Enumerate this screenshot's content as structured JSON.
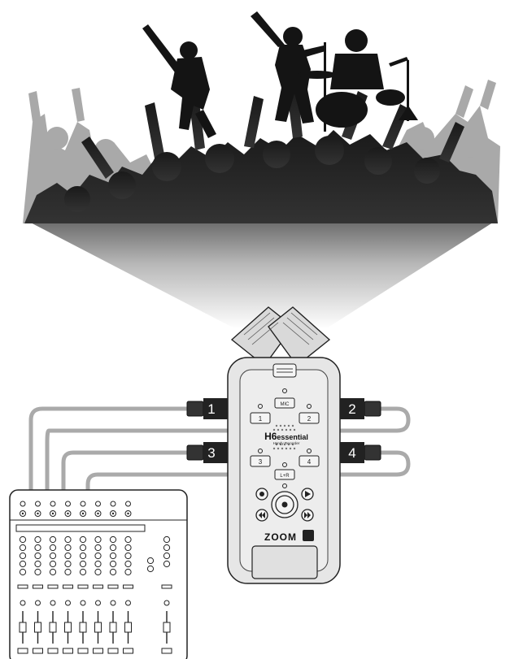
{
  "device": {
    "model": "H6",
    "model_suffix": "essential",
    "tagline": "Handy Recorder",
    "brand": "ZOOM",
    "mic_button": "MIC",
    "input_buttons": [
      "1",
      "2",
      "3",
      "4"
    ],
    "stereo_link_button": "L+R"
  },
  "connections": [
    {
      "channel": "1",
      "side": "left"
    },
    {
      "channel": "2",
      "side": "right"
    },
    {
      "channel": "3",
      "side": "left"
    },
    {
      "channel": "4",
      "side": "right"
    }
  ],
  "mixer": {
    "channels": 8
  },
  "scene": {
    "performers": [
      "guitarist",
      "singer",
      "drummer"
    ],
    "audience": "crowd"
  }
}
